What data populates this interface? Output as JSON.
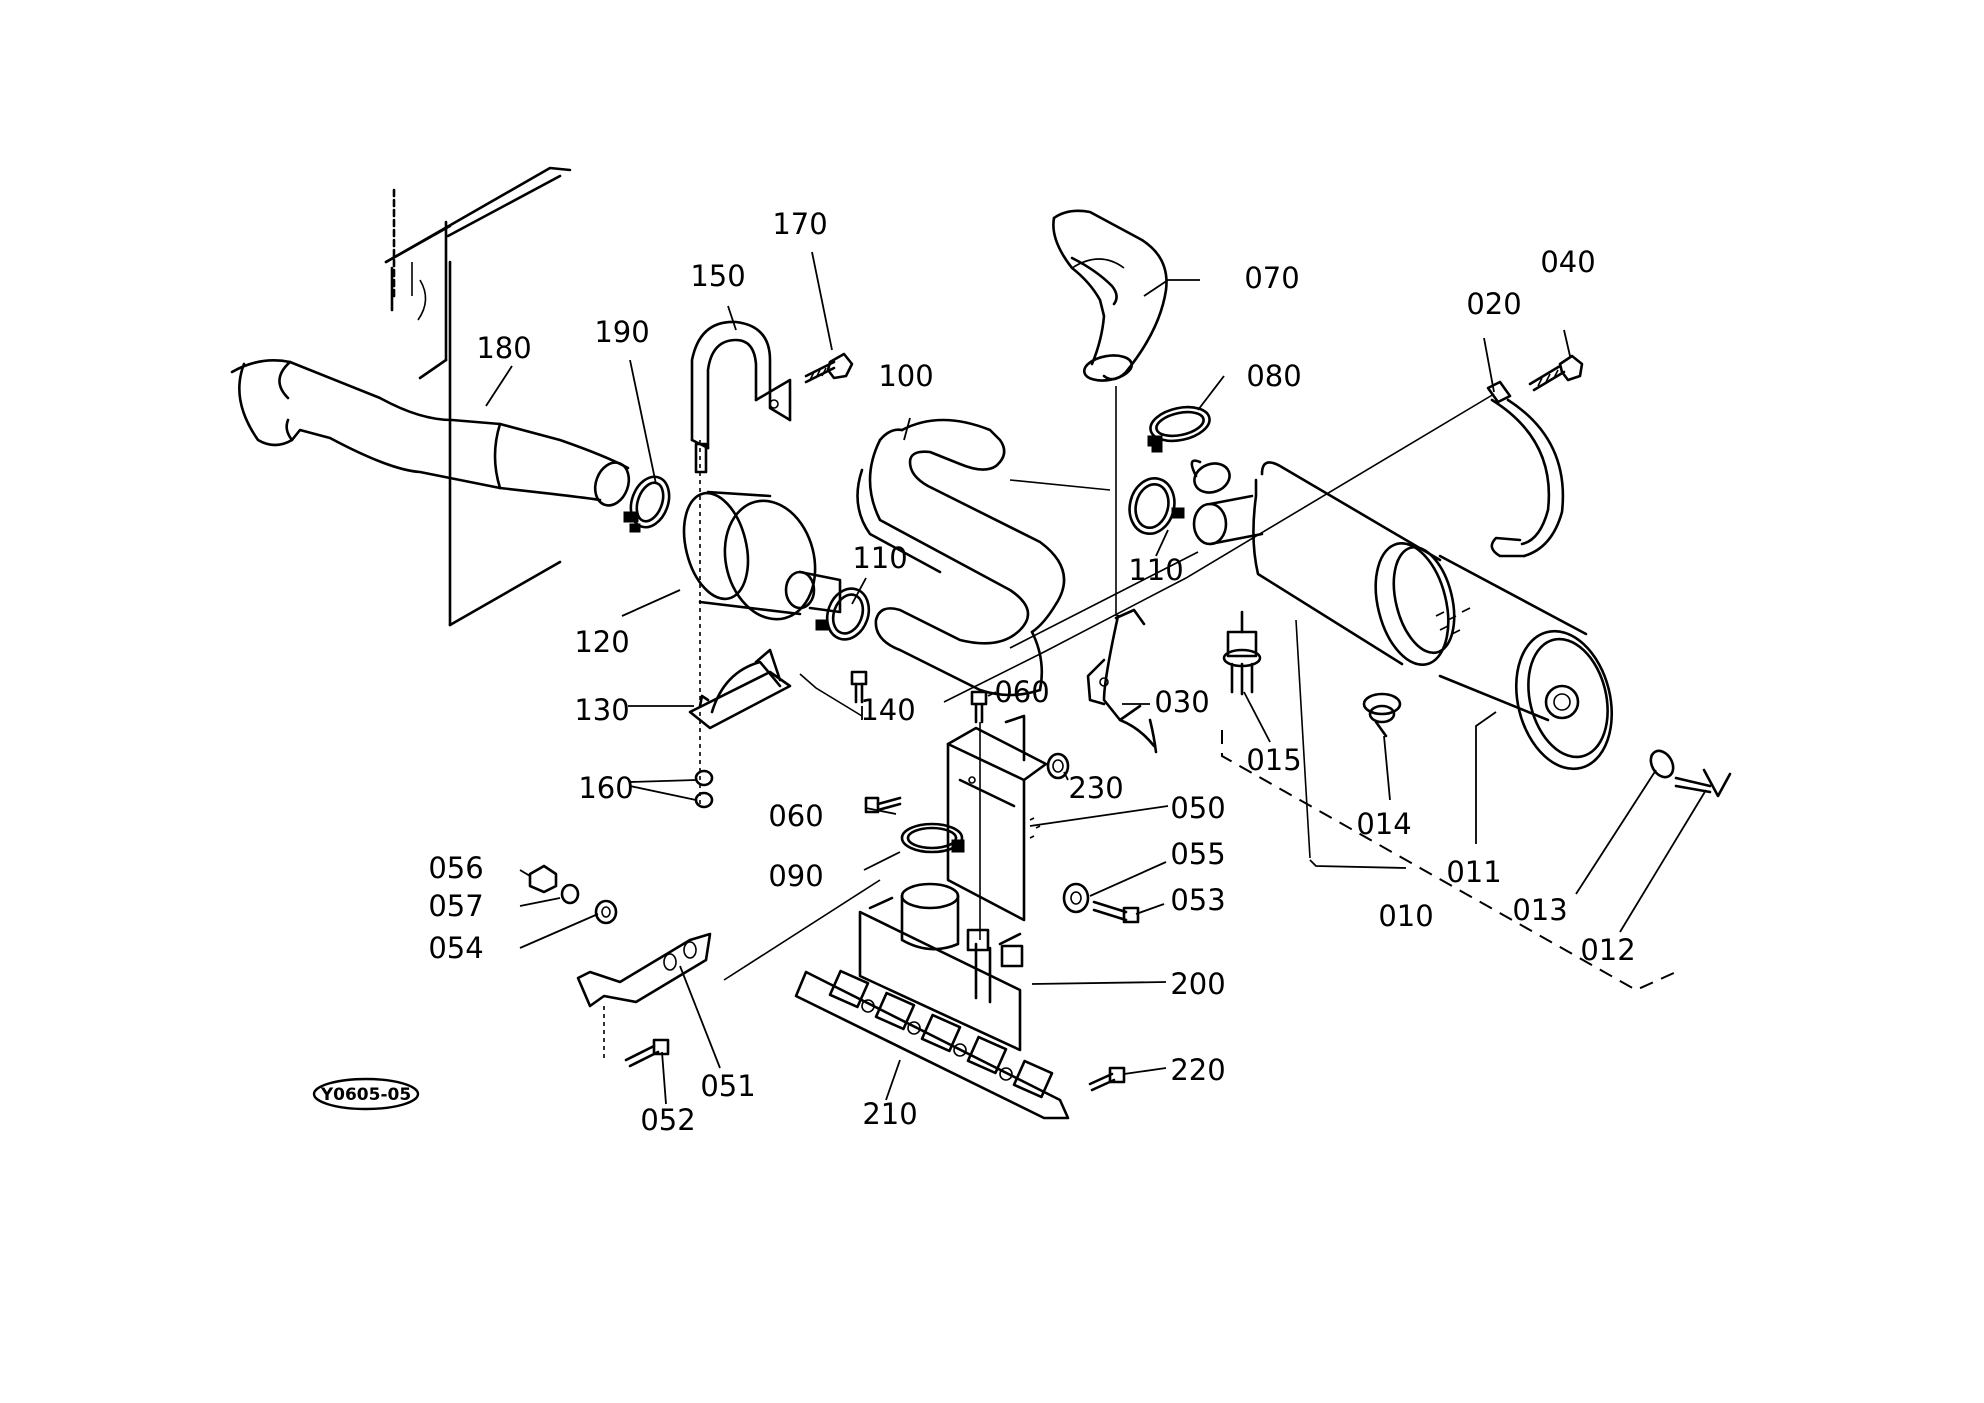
{
  "diagram": {
    "labels": [
      {
        "id": "180",
        "text": "180"
      },
      {
        "id": "190",
        "text": "190"
      },
      {
        "id": "150",
        "text": "150"
      },
      {
        "id": "170",
        "text": "170"
      },
      {
        "id": "100",
        "text": "100"
      },
      {
        "id": "070",
        "text": "070"
      },
      {
        "id": "080",
        "text": "080"
      },
      {
        "id": "020",
        "text": "020"
      },
      {
        "id": "040",
        "text": "040"
      },
      {
        "id": "110a",
        "text": "110"
      },
      {
        "id": "110b",
        "text": "110"
      },
      {
        "id": "120",
        "text": "120"
      },
      {
        "id": "130",
        "text": "130"
      },
      {
        "id": "140",
        "text": "140"
      },
      {
        "id": "060a",
        "text": "060"
      },
      {
        "id": "030",
        "text": "030"
      },
      {
        "id": "015",
        "text": "015"
      },
      {
        "id": "160",
        "text": "160"
      },
      {
        "id": "230",
        "text": "230"
      },
      {
        "id": "060b",
        "text": "060"
      },
      {
        "id": "050",
        "text": "050"
      },
      {
        "id": "014",
        "text": "014"
      },
      {
        "id": "011",
        "text": "011"
      },
      {
        "id": "056",
        "text": "056"
      },
      {
        "id": "090",
        "text": "090"
      },
      {
        "id": "055",
        "text": "055"
      },
      {
        "id": "057",
        "text": "057"
      },
      {
        "id": "053",
        "text": "053"
      },
      {
        "id": "054",
        "text": "054"
      },
      {
        "id": "010",
        "text": "010"
      },
      {
        "id": "013",
        "text": "013"
      },
      {
        "id": "012",
        "text": "012"
      },
      {
        "id": "200",
        "text": "200"
      },
      {
        "id": "220",
        "text": "220"
      },
      {
        "id": "051",
        "text": "051"
      },
      {
        "id": "052",
        "text": "052"
      },
      {
        "id": "210",
        "text": "210"
      }
    ],
    "drawing_code": "Y0605-05"
  }
}
